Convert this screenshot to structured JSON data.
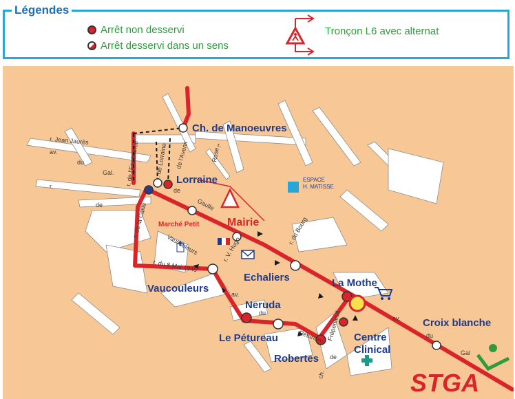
{
  "legend": {
    "title": "Légendes",
    "not_served": "Arrêt non desservi",
    "one_way": "Arrêt desservi dans un sens",
    "alternating": "Tronçon L6  avec alternat"
  },
  "stops": {
    "manoeuvres": "Ch. de Manoeuvres",
    "lorraine": "Lorraine",
    "marche_petit": "Marché Petit",
    "mairie": "Mairie",
    "echaliers": "Echaliers",
    "la_mothe": "La Mothe",
    "croix_blanche": "Croix blanche",
    "vaucouleurs": "Vaucouleurs",
    "neruda": "Neruda",
    "le_petureau": "Le Pétureau",
    "robertes": "Robertes",
    "centre_clinical_1": "Centre",
    "centre_clinical_2": "Clinical"
  },
  "places": {
    "espace_1": "ESPACE",
    "espace_2": "H. MATISSE"
  },
  "streets": {
    "jean_jaures": "r. Jean  Jaurès",
    "av1": "av.",
    "du1": "du",
    "gal1": "Gal.",
    "r1": "r.",
    "de1": "de",
    "gaulle": "Gaulle",
    "esperance": "r. de l'Espérance",
    "lorraine_st": "r. de Lorraine",
    "avenir": "de l'Avenir",
    "rose": "Rose",
    "r_caille": "r. de la Caille",
    "vaucouleurs_st": "Vaucouleurs",
    "mai_1945": "r. du 8 Mai 1945",
    "hugo": "r. V. Hugo",
    "bourg": "r.  du  Bourg",
    "av2": "av.",
    "du2": "du",
    "gal2": "Gal",
    "av3": "av.",
    "du3": "du",
    "petureau_st": "Pétureau",
    "frepenteuil": "Frépenteuil",
    "ch": "ch.",
    "de2": "de",
    "de3": "de",
    "rose_r": "r."
  },
  "brand": "STGA",
  "colors": {
    "route": "#d9252a",
    "land": "#f7c895",
    "legend_border": "#2aa6d6",
    "stop_label": "#1f3b8c"
  }
}
